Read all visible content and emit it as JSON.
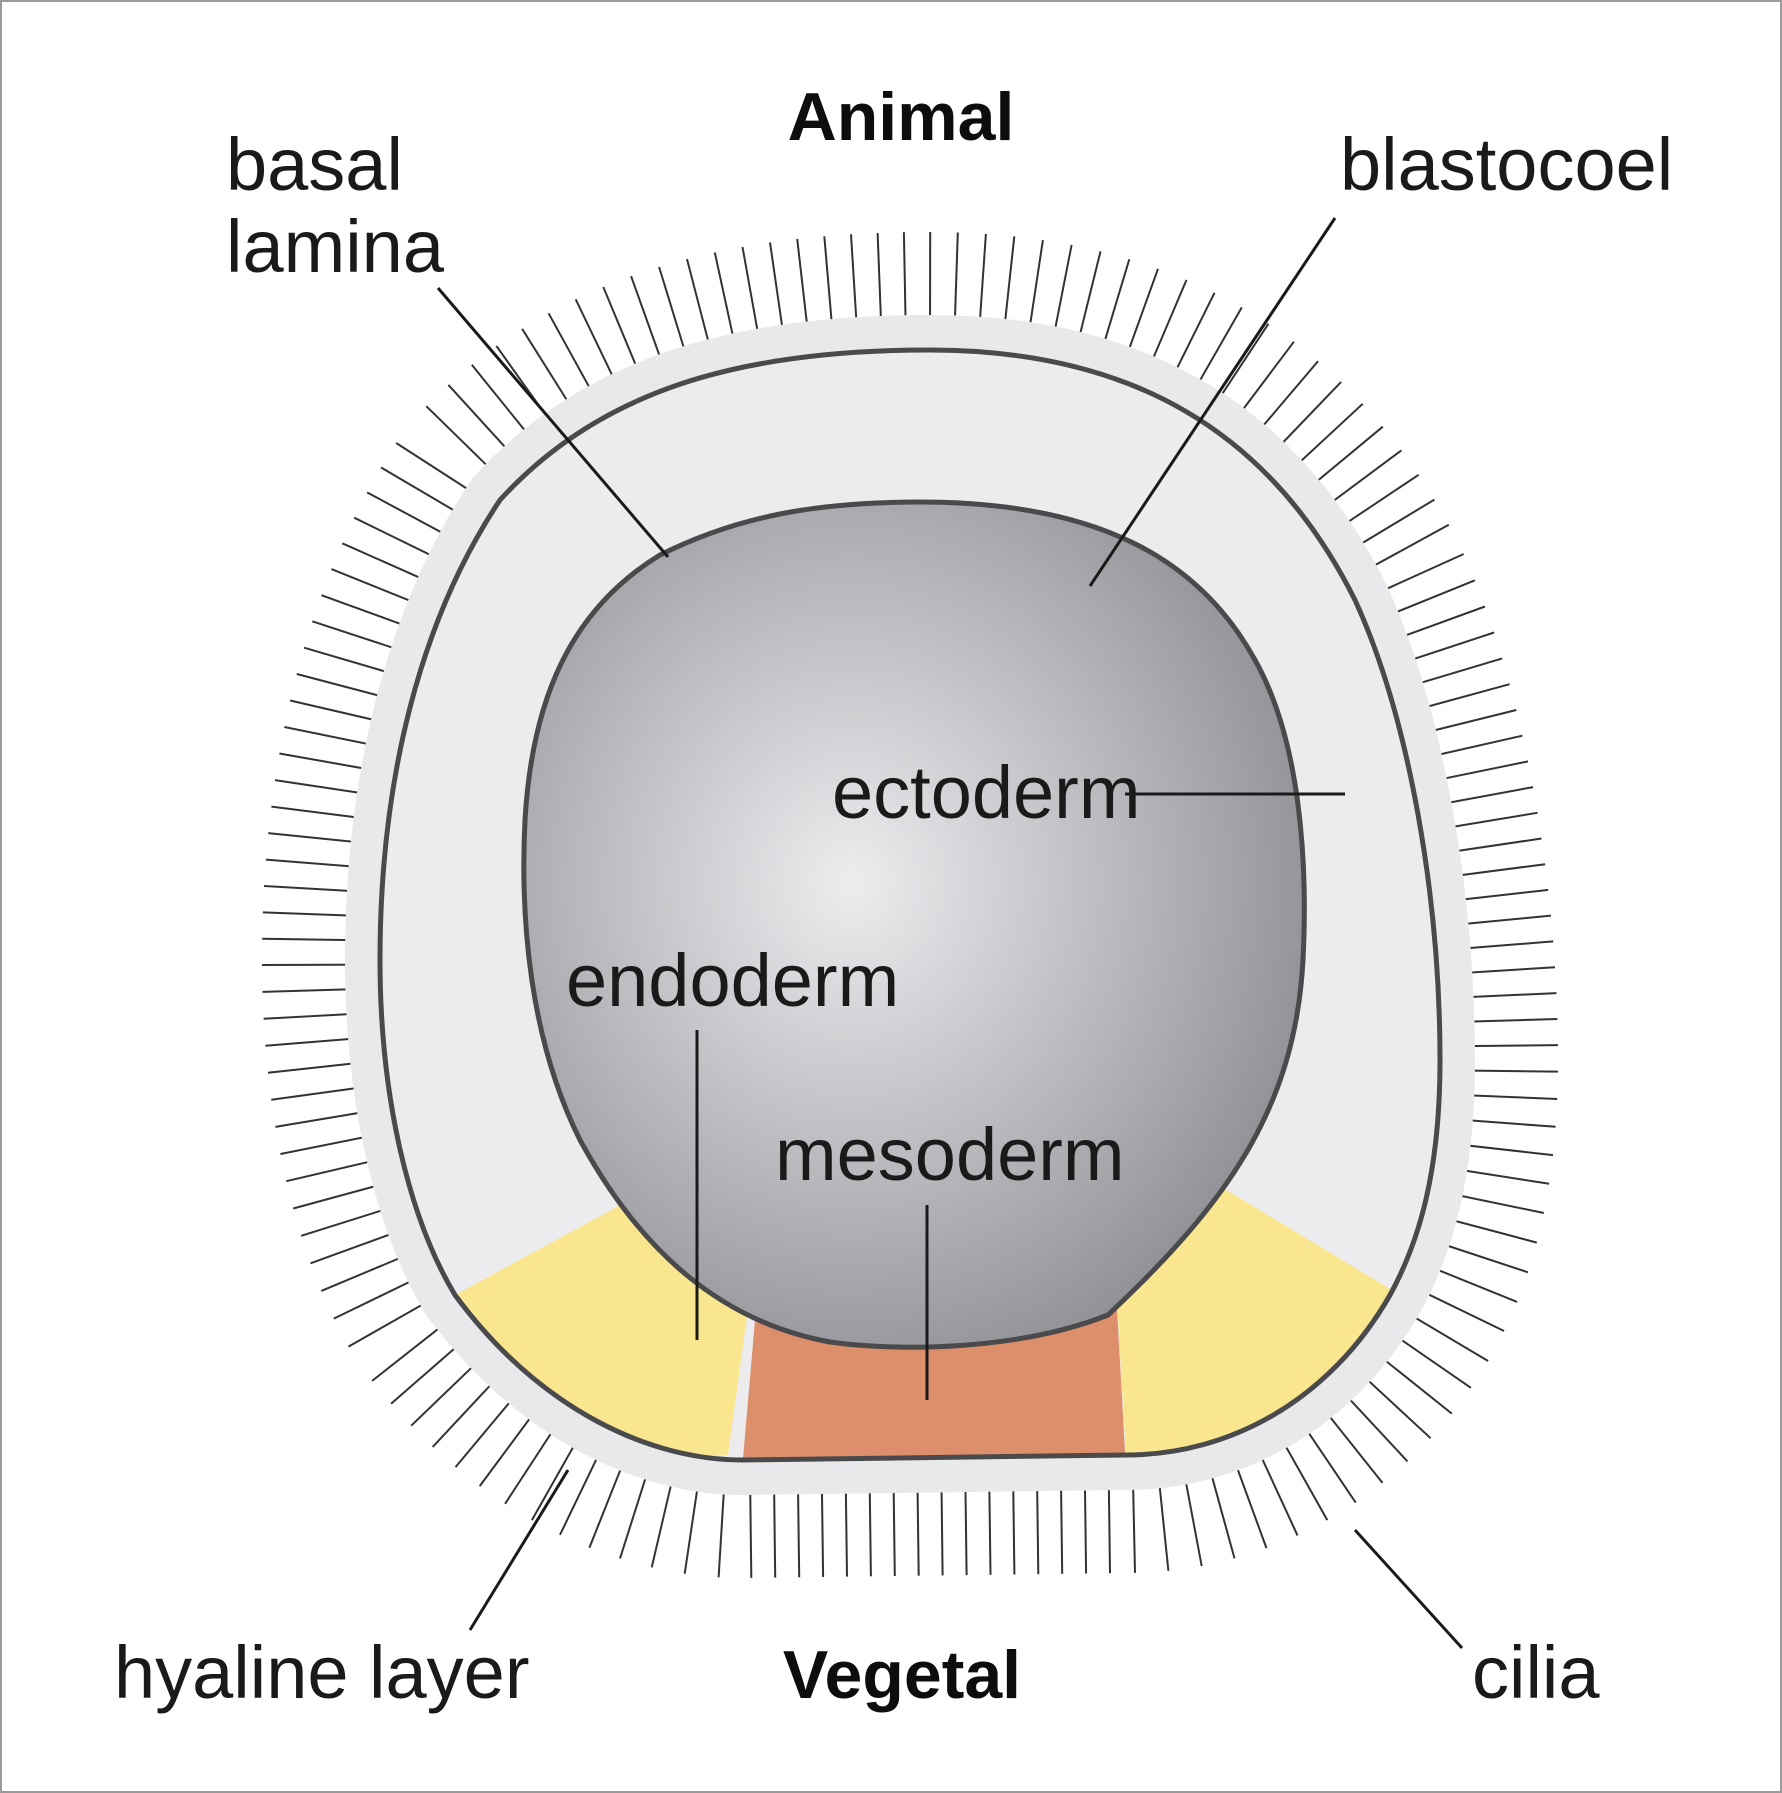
{
  "diagram": {
    "pole_top": "Animal",
    "pole_bottom": "Vegetal",
    "labels": {
      "basal_lamina_line1": "basal",
      "basal_lamina_line2": "lamina",
      "blastocoel": "blastocoel",
      "ectoderm": "ectoderm",
      "endoderm": "endoderm",
      "mesoderm": "mesoderm",
      "hyaline_layer": "hyaline layer",
      "cilia": "cilia"
    },
    "colors": {
      "hyaline_halo": "#e9e9ec",
      "ectoderm_fill": "#ececef",
      "outline": "#4a4a4c",
      "blastocoel_center": "#ededf0",
      "blastocoel_edge": "#8f9094",
      "endoderm_fill": "#f9e68e",
      "mesoderm_fill": "#dd8e6b",
      "cilia_stroke": "#333333"
    },
    "cilia_count": 150
  }
}
